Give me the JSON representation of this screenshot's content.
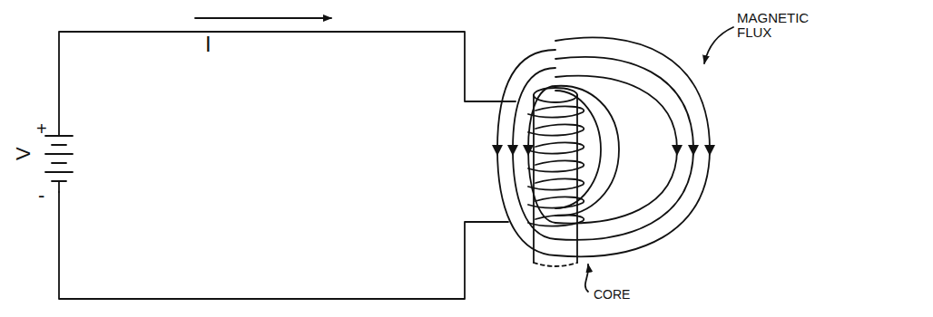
{
  "diagram": {
    "labels": [
      "V",
      "+",
      "-",
      "I",
      "MAGNETIC FLUX",
      "CORE"
    ]
  }
}
